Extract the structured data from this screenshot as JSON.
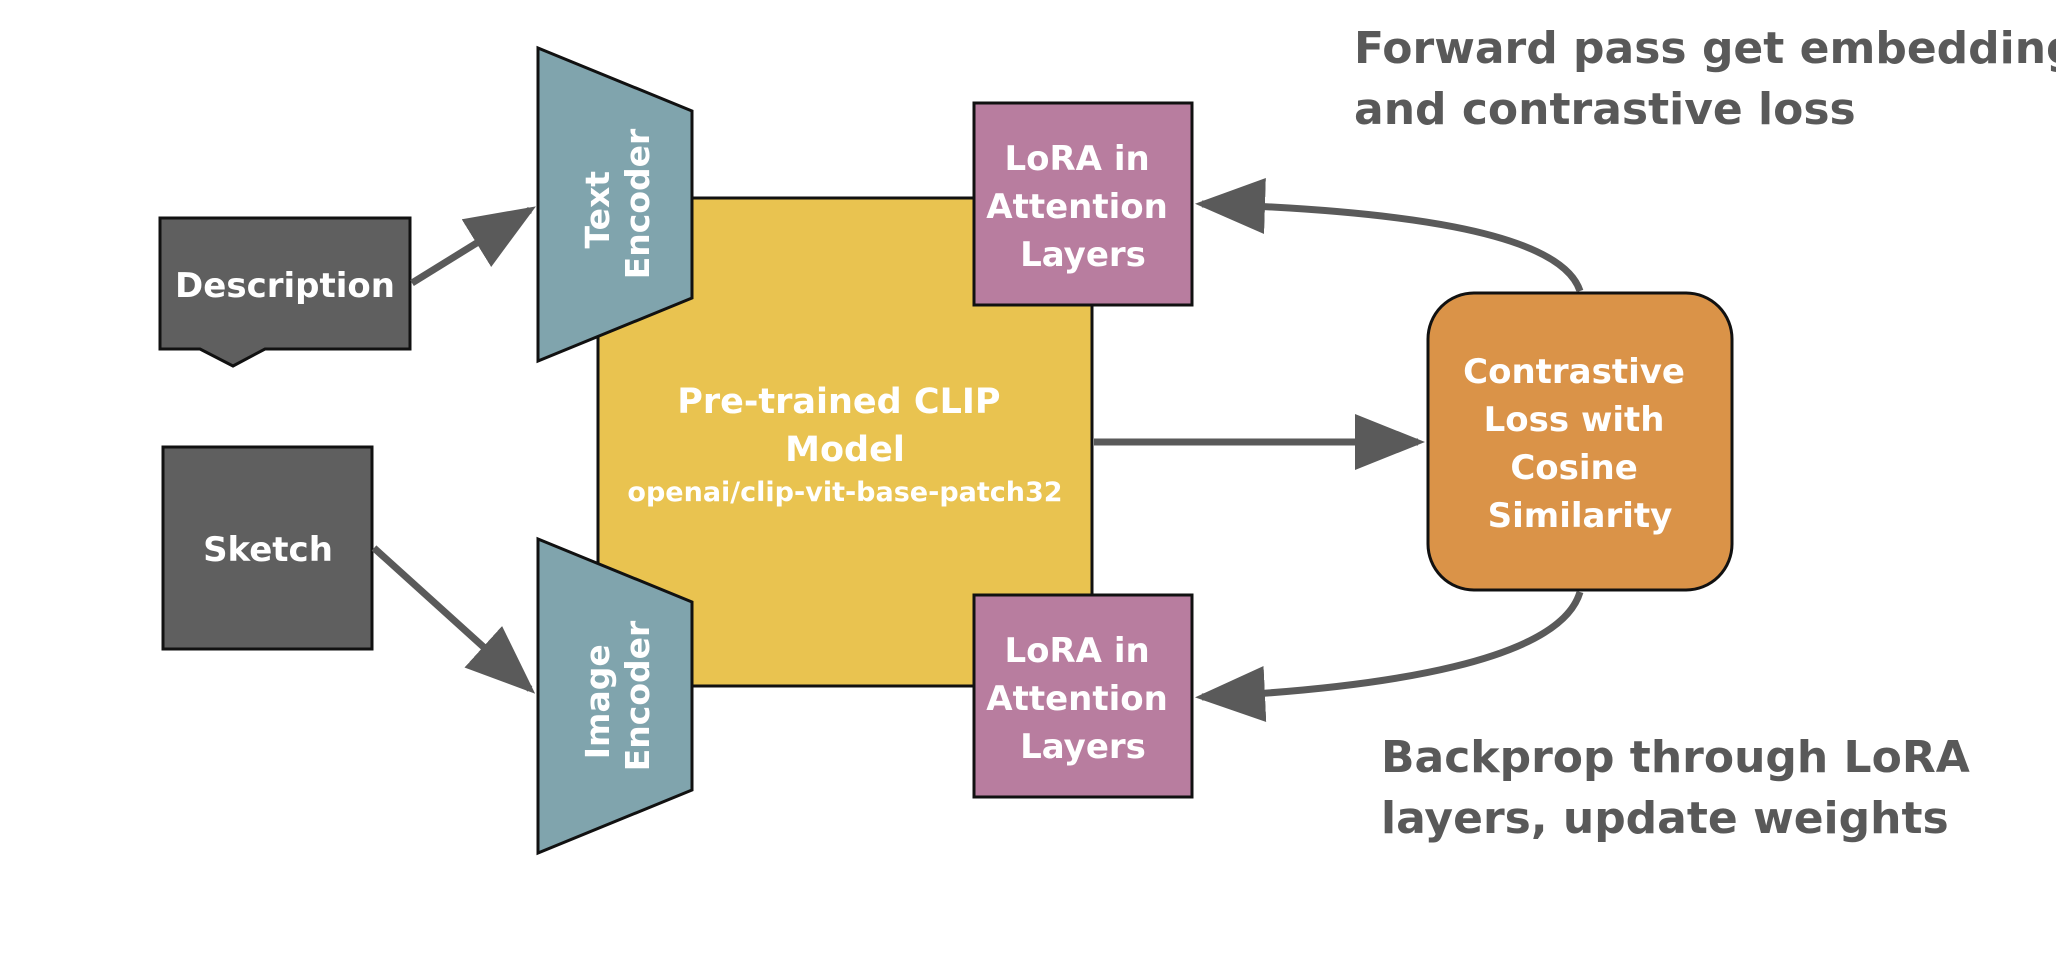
{
  "colors": {
    "dark_box": "#5f5f5f",
    "encoder": "#80a4ad",
    "clip": "#e9c350",
    "lora": "#b87d9f",
    "loss": "#da9348",
    "arrow": "#5a5a5a",
    "stroke": "#111111",
    "annotation_text": "#595959"
  },
  "inputs": {
    "description": "Description",
    "sketch": "Sketch"
  },
  "encoders": {
    "text": [
      "Text",
      "Encoder"
    ],
    "image": [
      "Image",
      "Encoder"
    ]
  },
  "clip_model": {
    "title_lines": [
      "Pre-trained CLIP",
      "Model"
    ],
    "model_id": "openai/clip-vit-base-patch32"
  },
  "lora_top": [
    "LoRA in",
    "Attention",
    "Layers"
  ],
  "lora_bottom": [
    "LoRA in",
    "Attention",
    "Layers"
  ],
  "loss": [
    "Contrastive",
    "Loss with",
    "Cosine",
    "Similarity"
  ],
  "annotations": {
    "forward": [
      "Forward pass get embeddings",
      "and contrastive loss"
    ],
    "backprop": [
      "Backprop through LoRA",
      "layers, update weights"
    ]
  }
}
